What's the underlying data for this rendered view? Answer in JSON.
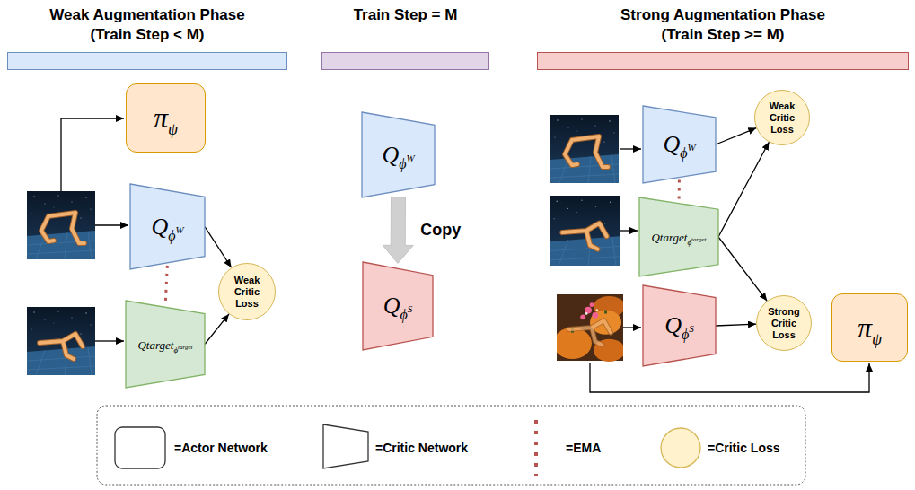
{
  "diagram": {
    "nodes": [
      {
        "text": [
          "Weak Augmentation Phase (Train Step < M)"
        ]
      },
      {
        "text": [
          "Train Step = M"
        ]
      },
      {
        "text": [
          "Strong Augmentation Phase (Train Step >= M)"
        ]
      },
      {
        "text": [
          "π",
          "ψ"
        ]
      },
      {
        "text": [
          "Q",
          "ϕ",
          "W"
        ]
      },
      {
        "text": [
          "Qtarget",
          "ϕ",
          "target"
        ]
      },
      {
        "text": [
          "Weak Critic Loss"
        ]
      },
      {
        "text": [
          "Q",
          "ϕ",
          "W"
        ]
      },
      {
        "text": [
          "Q",
          "ϕ",
          "S"
        ]
      },
      {
        "text": [
          "Q",
          "ϕ",
          "W"
        ]
      },
      {
        "text": [
          "Weak Critic Loss"
        ]
      },
      {
        "text": [
          "Qtarget",
          "ϕ",
          "target"
        ]
      },
      {
        "text": [
          "Q",
          "ϕ",
          "S"
        ]
      },
      {
        "text": [
          "Strong Critic Loss"
        ]
      },
      {
        "text": [
          "π",
          "ψ"
        ]
      }
    ],
    "edges": [
      {
        "from": 4,
        "to": 6,
        "arrow": "to"
      },
      {
        "from": 5,
        "to": 6,
        "arrow": "to"
      },
      {
        "from": 4,
        "to": 5,
        "arrow": "none"
      },
      {
        "from": 7,
        "to": 8,
        "arrow": "to",
        "label": "Copy"
      },
      {
        "from": 9,
        "to": 10,
        "arrow": "to"
      },
      {
        "from": 11,
        "to": 10,
        "arrow": "to"
      },
      {
        "from": 11,
        "to": 13,
        "arrow": "to"
      },
      {
        "from": 12,
        "to": 13,
        "arrow": "to"
      },
      {
        "from": 9,
        "to": 11,
        "arrow": "none"
      }
    ],
    "legend": [
      {
        "text": "=Actor Network"
      },
      {
        "text": "=Critic Network"
      },
      {
        "text": "=EMA"
      },
      {
        "text": "=Critic Loss"
      }
    ]
  }
}
